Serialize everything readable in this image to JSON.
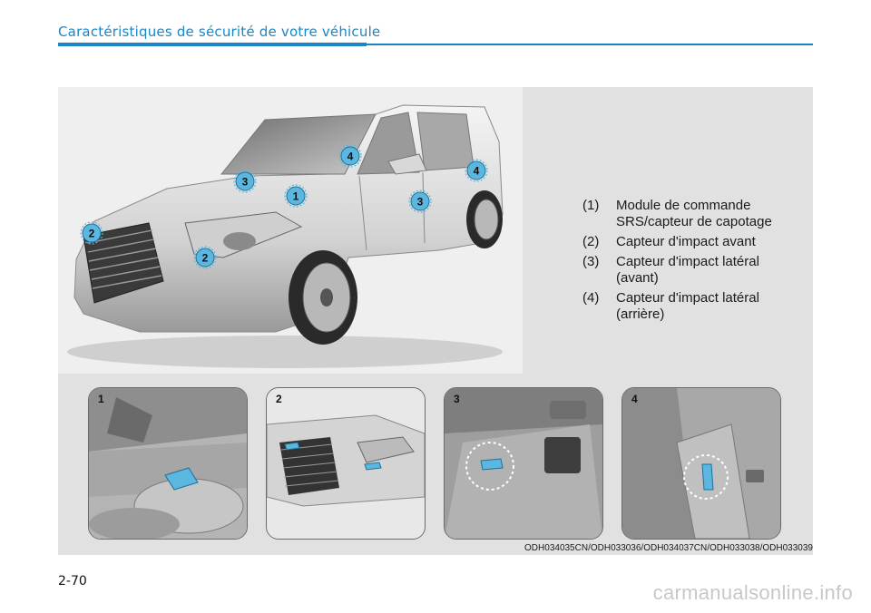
{
  "header": {
    "section_title": "Caractéristiques de sécurité de votre véhicule"
  },
  "legend": [
    {
      "num": "(1)",
      "text": "Module de commande SRS/capteur de capotage"
    },
    {
      "num": "(2)",
      "text": "Capteur d'impact avant"
    },
    {
      "num": "(3)",
      "text": "Capteur d'impact latéral (avant)"
    },
    {
      "num": "(4)",
      "text": "Capteur d'impact latéral (arrière)"
    }
  ],
  "markers": [
    "1",
    "2",
    "2",
    "3",
    "3",
    "4",
    "4"
  ],
  "insets": [
    {
      "num": "1"
    },
    {
      "num": "2"
    },
    {
      "num": "3"
    },
    {
      "num": "4"
    }
  ],
  "figure_code": "ODH034035CN/ODH033036/ODH034037CN/ODH033038/ODH033039",
  "page_number": "2-70",
  "watermark": "carmanualsonline.info",
  "colors": {
    "accent": "#1a86c8",
    "sensor": "#5bb7df",
    "panel": "#e1e1e1"
  }
}
